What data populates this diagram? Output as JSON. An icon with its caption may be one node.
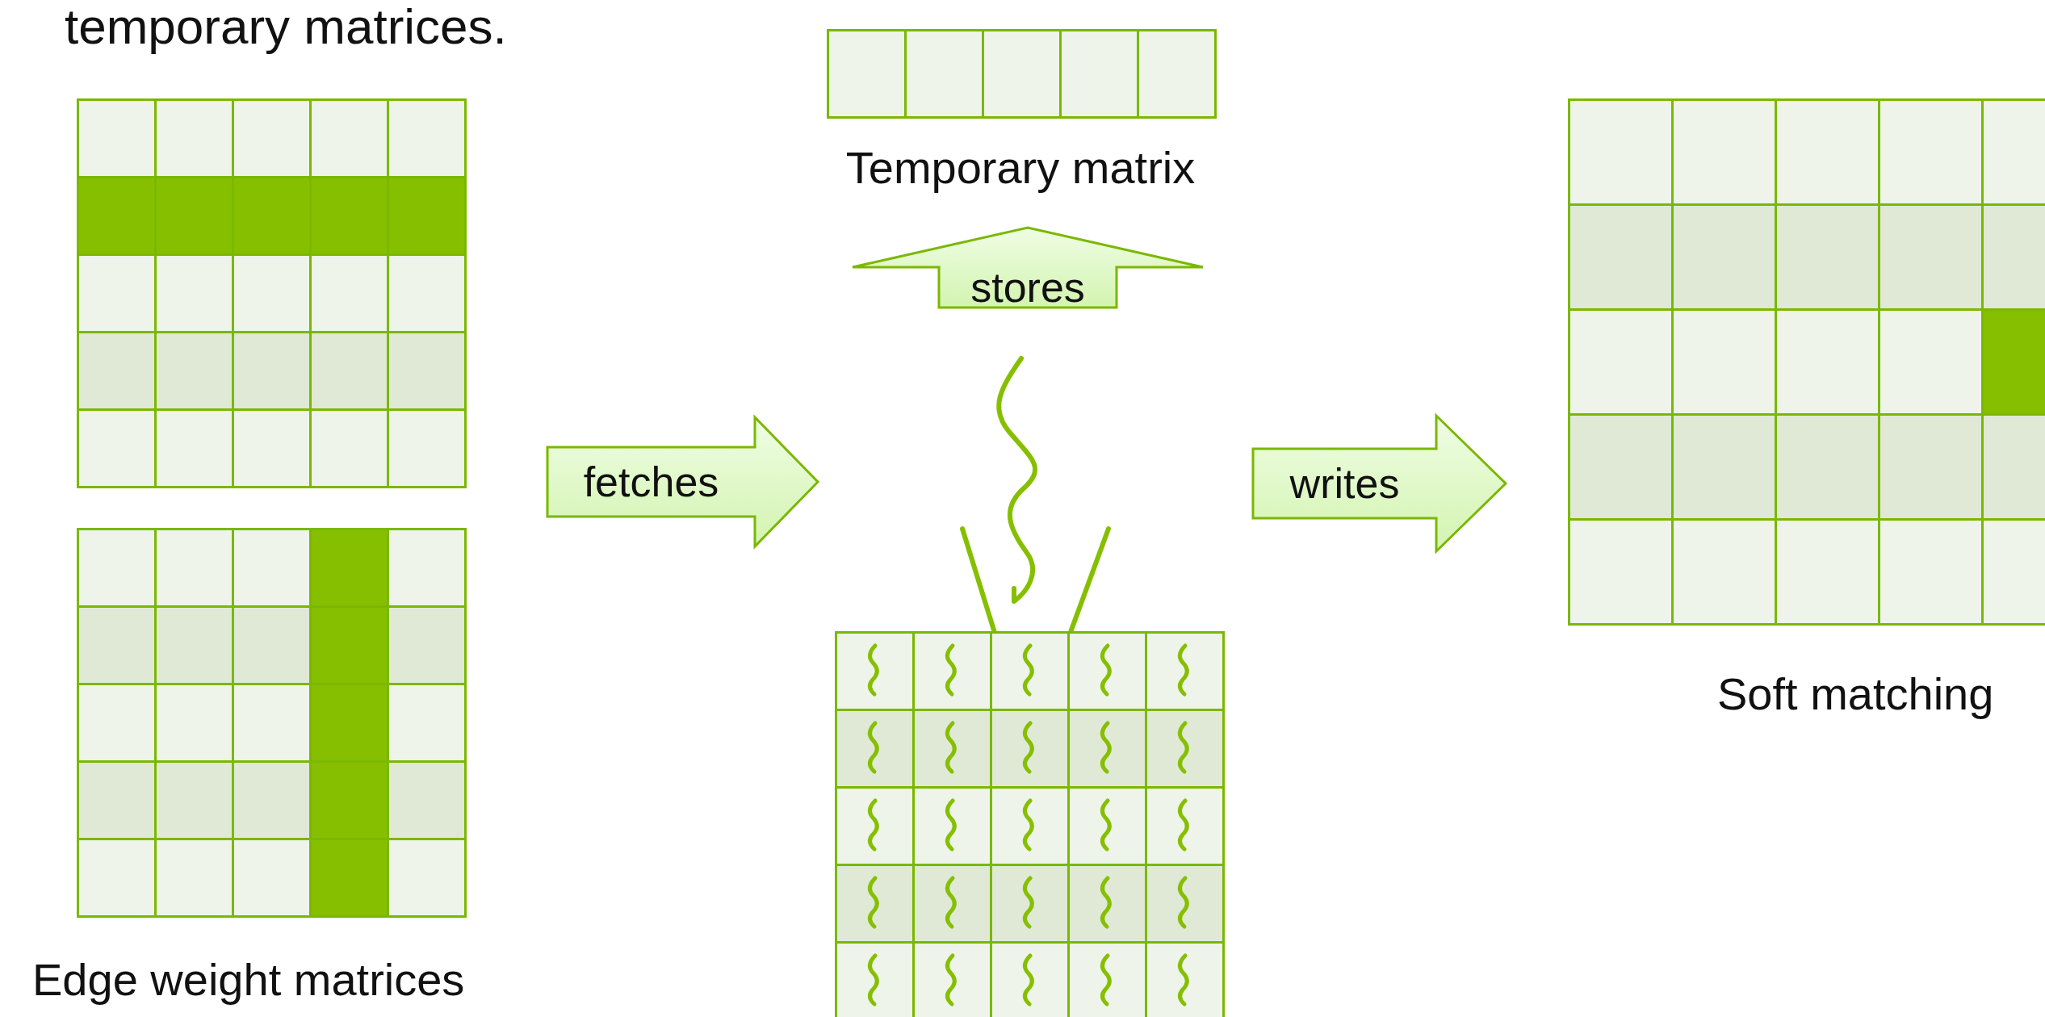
{
  "diagram": {
    "nodes": [
      {
        "text": [],
        "shape": "grid"
      },
      {
        "text": [],
        "shape": "grid",
        "beside": [
          "Edge weight matrices"
        ]
      },
      {
        "text": [],
        "shape": "grid",
        "beside": [
          "Temporary matrix"
        ]
      },
      {
        "text": [],
        "shape": "grid"
      },
      {
        "text": [],
        "shape": "grid",
        "beside": [
          "Soft matching"
        ]
      }
    ],
    "edges": [
      {
        "from": 0,
        "to": 3,
        "arrow": "to",
        "label": "fetches"
      },
      {
        "from": 1,
        "to": 3,
        "arrow": "to"
      },
      {
        "from": 3,
        "to": 2,
        "arrow": "to",
        "label": "stores"
      },
      {
        "from": 3,
        "to": 4,
        "arrow": "to",
        "label": "writes"
      }
    ],
    "labels": [
      "temporary matrices."
    ]
  }
}
